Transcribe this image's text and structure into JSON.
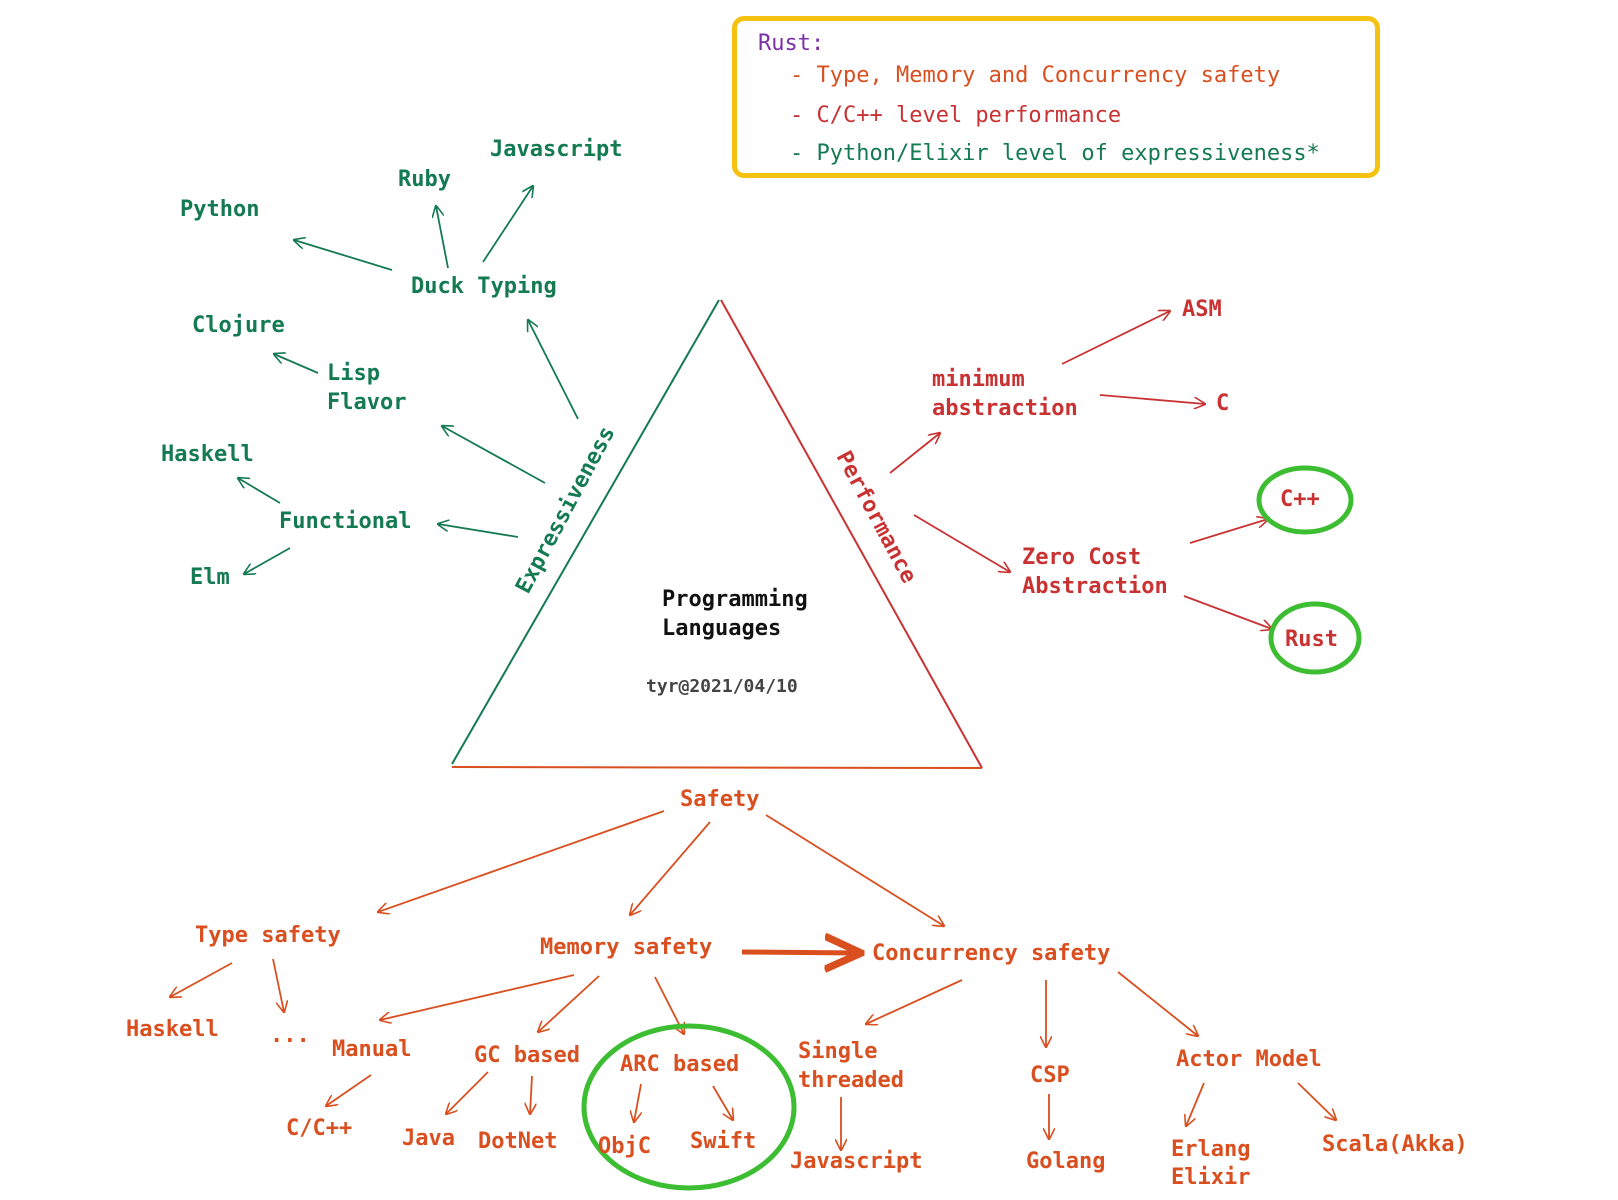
{
  "colors": {
    "expressiveness": "#147a52",
    "performance": "#c93232",
    "safety": "#d94f1f",
    "legend_border": "#f5c211",
    "legend_heading": "#7b2fa8",
    "highlight": "#3dbd32"
  },
  "legend": {
    "heading": "Rust:",
    "items": [
      "- Type, Memory and Concurrency safety",
      "- C/C++ level performance",
      "- Python/Elixir level of expressiveness*"
    ]
  },
  "triangle": {
    "title_line1": "Programming",
    "title_line2": "Languages",
    "credit": "tyr@2021/04/10",
    "left_side_label": "Expressiveness",
    "right_side_label": "Performance",
    "bottom_label": "Safety"
  },
  "expressiveness": {
    "duck_typing": "Duck Typing",
    "python": "Python",
    "ruby": "Ruby",
    "javascript": "Javascript",
    "lisp_line1": "Lisp",
    "lisp_line2": "Flavor",
    "clojure": "Clojure",
    "functional": "Functional",
    "haskell": "Haskell",
    "elm": "Elm"
  },
  "performance": {
    "minimum_line1": "minimum",
    "minimum_line2": "abstraction",
    "asm": "ASM",
    "c": "C",
    "zero_cost_line1": "Zero Cost",
    "zero_cost_line2": "Abstraction",
    "cpp": "C++",
    "rust": "Rust"
  },
  "safety": {
    "type_safety": "Type safety",
    "memory_safety": "Memory safety",
    "concurrency_safety": "Concurrency safety",
    "haskell": "Haskell",
    "ellipsis": "...",
    "manual": "Manual",
    "c_cpp": "C/C++",
    "gc_based": "GC based",
    "java": "Java",
    "dotnet": "DotNet",
    "arc_based": "ARC based",
    "objc": "ObjC",
    "swift": "Swift",
    "single_line1": "Single",
    "single_line2": "threaded",
    "javascript": "Javascript",
    "csp": "CSP",
    "golang": "Golang",
    "actor_model": "Actor Model",
    "erlang": "Erlang",
    "elixir": "Elixir",
    "scala": "Scala(Akka)"
  }
}
